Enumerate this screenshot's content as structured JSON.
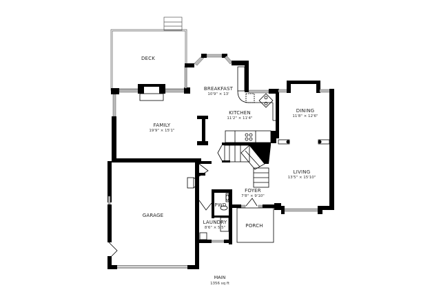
{
  "floor": {
    "name": "MAIN",
    "area": "1356 sq ft"
  },
  "rooms": [
    {
      "id": "deck",
      "name": "DECK",
      "dims": ""
    },
    {
      "id": "breakfast",
      "name": "BREAKFAST",
      "dims": "10'9\" × 13'"
    },
    {
      "id": "kitchen",
      "name": "KITCHEN",
      "dims": "11'2\" × 11'4\""
    },
    {
      "id": "dining",
      "name": "DINING",
      "dims": "11'8\" × 12'6\""
    },
    {
      "id": "family",
      "name": "FAMILY",
      "dims": "19'9\" × 15'1\""
    },
    {
      "id": "living",
      "name": "LIVING",
      "dims": "13'5\" × 15'10\""
    },
    {
      "id": "foyer",
      "name": "FOYER",
      "dims": "7'8\" × 9'10\""
    },
    {
      "id": "pwd",
      "name": "PWD",
      "dims": ""
    },
    {
      "id": "laundry",
      "name": "LAUNDRY",
      "dims": "8'6\" × 5'5\""
    },
    {
      "id": "porch",
      "name": "PORCH",
      "dims": ""
    },
    {
      "id": "garage",
      "name": "GARAGE",
      "dims": ""
    }
  ],
  "colors": {
    "wall": "#000000",
    "window": "#bbbbbb",
    "background": "#ffffff"
  }
}
